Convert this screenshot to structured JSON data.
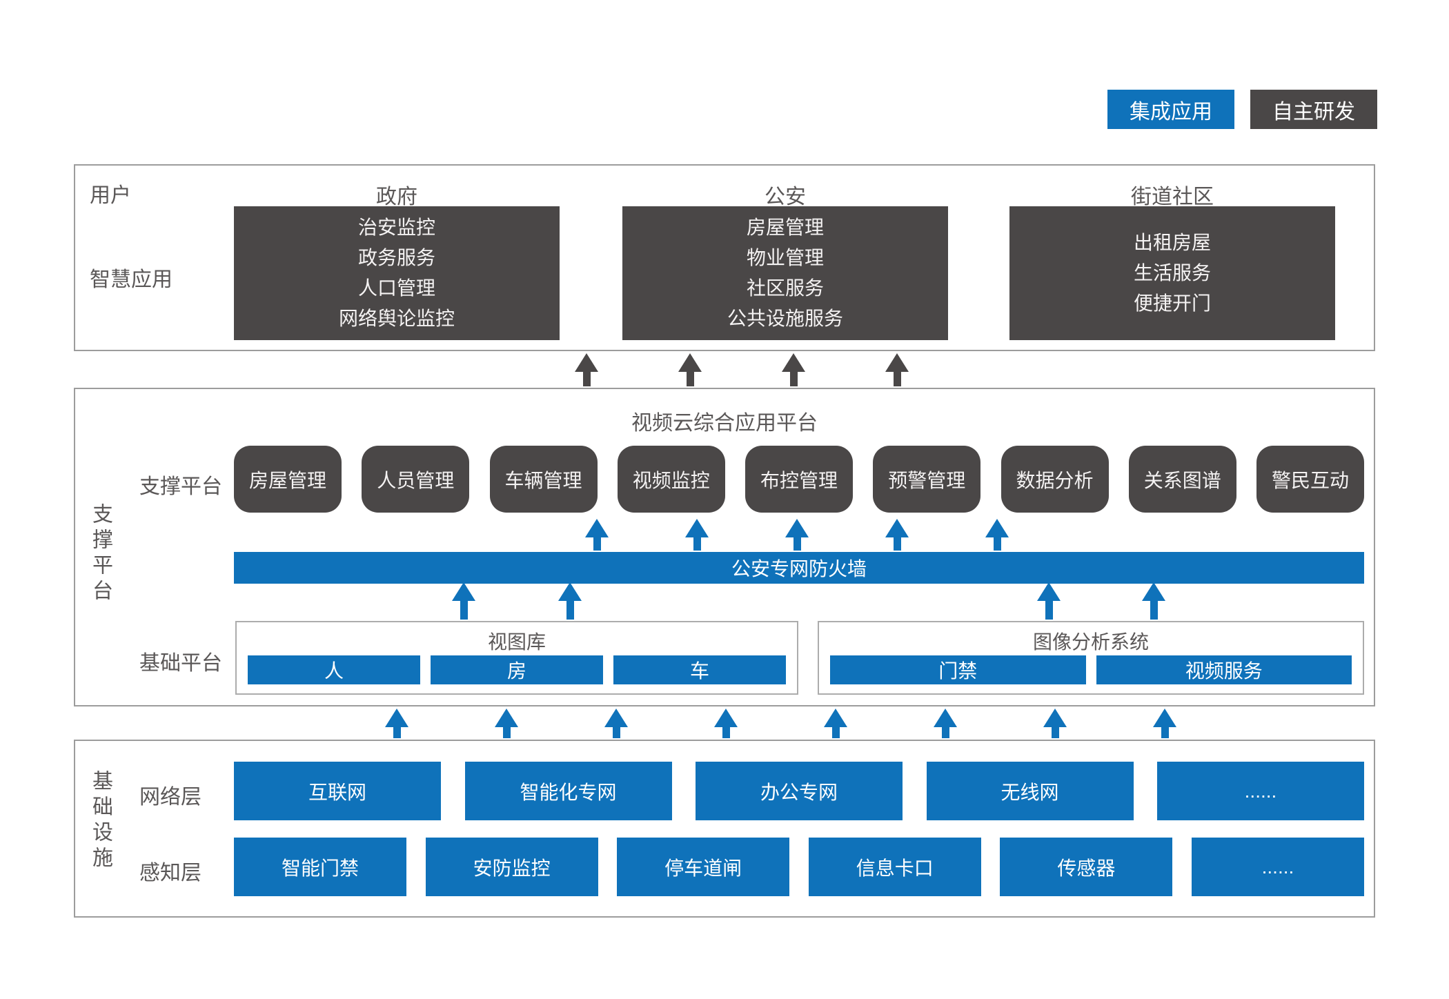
{
  "legend": {
    "integrated_label": "集成应用",
    "self_developed_label": "自主研发"
  },
  "colors": {
    "blue": "#0f72ba",
    "dark_gray": "#4a4747",
    "label_gray": "#5a5757",
    "border_gray": "#9c9c9c"
  },
  "users": {
    "row_label": "用户",
    "apps_row_label": "智慧应用",
    "columns": [
      {
        "title": "政府",
        "items": [
          "治安监控",
          "政务服务",
          "人口管理",
          "网络舆论监控"
        ]
      },
      {
        "title": "公安",
        "items": [
          "房屋管理",
          "物业管理",
          "社区服务",
          "公共设施服务"
        ]
      },
      {
        "title": "街道社区",
        "items": [
          "出租房屋",
          "生活服务",
          "便捷开门"
        ]
      }
    ]
  },
  "support": {
    "side_label": "支撑平台",
    "title": "视频云综合应用平台",
    "platform_row_label": "支撑平台",
    "modules": [
      "房屋管理",
      "人员管理",
      "车辆管理",
      "视频监控",
      "布控管理",
      "预警管理",
      "数据分析",
      "关系图谱",
      "警民互动"
    ],
    "firewall_label": "公安专网防火墙",
    "base_row_label": "基础平台",
    "base_groups": [
      {
        "title": "视图库",
        "items": [
          "人",
          "房",
          "车"
        ]
      },
      {
        "title": "图像分析系统",
        "items": [
          "门禁",
          "视频服务"
        ]
      }
    ]
  },
  "infrastructure": {
    "side_label": "基础设施",
    "network": {
      "label": "网络层",
      "items": [
        "互联网",
        "智能化专网",
        "办公专网",
        "无线网",
        "......"
      ]
    },
    "perception": {
      "label": "感知层",
      "items": [
        "智能门禁",
        "安防监控",
        "停车道闸",
        "信息卡口",
        "传感器",
        "......"
      ]
    }
  }
}
